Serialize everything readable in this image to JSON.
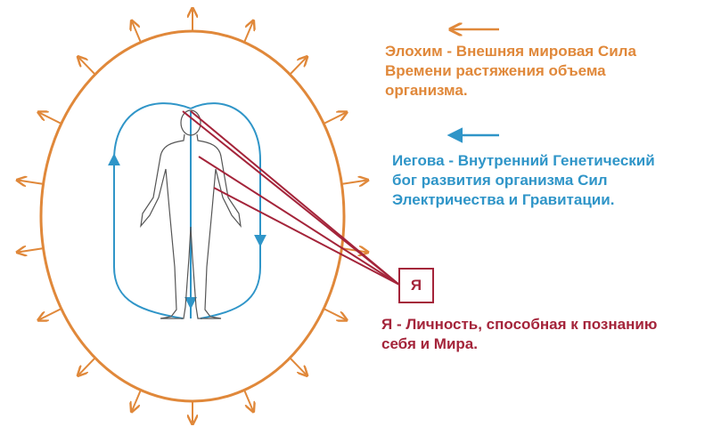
{
  "elohim": {
    "lines": [
      "Элохим - Внешняя мировая Сила",
      "Времени растяжения объема",
      "организма."
    ],
    "color": "#e0883a"
  },
  "jehovah": {
    "lines": [
      "Иегова - Внутренний Генетический",
      "бог развития организма Сил",
      "Электричества и Гравитации."
    ],
    "color": "#2f95c8"
  },
  "self": {
    "box_letter": "Я",
    "lines": [
      "Я - Личность, способная к познанию",
      "себя и Мира."
    ],
    "color": "#a4243a"
  },
  "icons": [
    "outer-oval-field",
    "radial-arrows",
    "human-figure",
    "inner-blue-loops",
    "red-rays",
    "self-box"
  ]
}
